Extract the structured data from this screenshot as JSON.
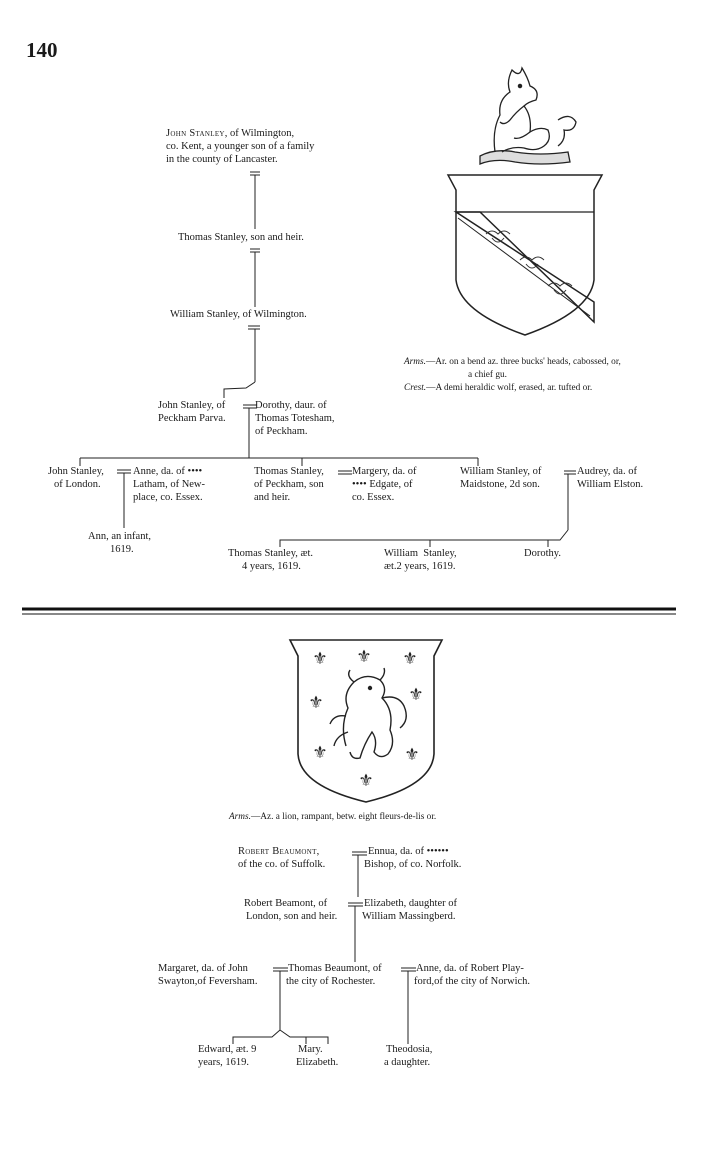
{
  "page_number": "140",
  "stanley": {
    "john_stanley_wilmington": {
      "line1_name": "John Stanley",
      "line1_rest": ", of Wilmington,",
      "line2": "co. Kent, a younger son of a family",
      "line3": "in the county of Lancaster."
    },
    "thomas_son_heir": "Thomas Stanley, son and heir.",
    "william_wilmington": "William Stanley, of Wilmington.",
    "john_peckham": {
      "line1": "John Stanley, of",
      "line2": "Peckham Parva."
    },
    "dorothy": {
      "line1": "Dorothy, daur. of",
      "line2": "Thomas Totesham,",
      "line3": "of Peckham."
    },
    "john_london": {
      "line1": "John Stanley,",
      "line2": "of London."
    },
    "anne_latham": {
      "line1": "Anne, da. of ••••",
      "line2": "Latham, of New-",
      "line3": "place, co. Essex."
    },
    "thomas_peckham": {
      "line1": "Thomas Stanley,",
      "line2": "of Peckham, son",
      "line3": "and heir."
    },
    "margery": {
      "line1": "Margery, da. of",
      "line2": "•••• Edgate, of",
      "line3": "co. Essex."
    },
    "william_maidstone": {
      "line1": "William Stanley, of",
      "line2": "Maidstone, 2d son."
    },
    "audrey": {
      "line1": "Audrey, da. of",
      "line2": "William Elston."
    },
    "ann_infant": {
      "line1": "Ann, an infant,",
      "line2": "1619."
    },
    "thomas_4yrs": {
      "line1": "Thomas Stanley, æt.",
      "line2": "4 years, 1619."
    },
    "william_2yrs": {
      "line1": "William  Stanley,",
      "line2": "æt.2 years, 1619."
    },
    "dorothy_child": "Dorothy.",
    "arms_label": "Arms.",
    "arms_text": "—Ar. on a bend az. three bucks' heads, cabossed, or,",
    "arms_text2": "a chief gu.",
    "crest_label": "Crest.",
    "crest_text": "—A demi heraldic wolf, erased, ar. tufted or."
  },
  "beaumont": {
    "arms_label": "Arms.",
    "arms_text": "—Az. a lion, rampant, betw. eight fleurs-de-lis or.",
    "robert": {
      "line1": "Robert Beaumont,",
      "line2": "of the co. of Suffolk."
    },
    "ennua": {
      "line1": "Ennua, da. of ••••••",
      "line2": "Bishop, of co. Norfolk."
    },
    "robert_beamont": {
      "line1": "Robert Beamont, of",
      "line2": "London, son and heir."
    },
    "elizabeth": {
      "line1": "Elizabeth, daughter of",
      "line2": "William Massingberd."
    },
    "margaret": {
      "line1": "Margaret, da. of John",
      "line2": "Swayton,of Feversham."
    },
    "thomas_beaumont": {
      "line1": "Thomas Beaumont, of",
      "line2": "the city of Rochester."
    },
    "anne_playford": {
      "line1": "Anne, da. of Robert Play-",
      "line2": "ford,of the city of Norwich."
    },
    "edward": {
      "line1": "Edward, æt. 9",
      "line2": "years, 1619."
    },
    "mary": {
      "line1": "Mary.",
      "line2": "Elizabeth."
    },
    "theodosia": {
      "line1": "Theodosia,",
      "line2": "a daughter."
    }
  }
}
